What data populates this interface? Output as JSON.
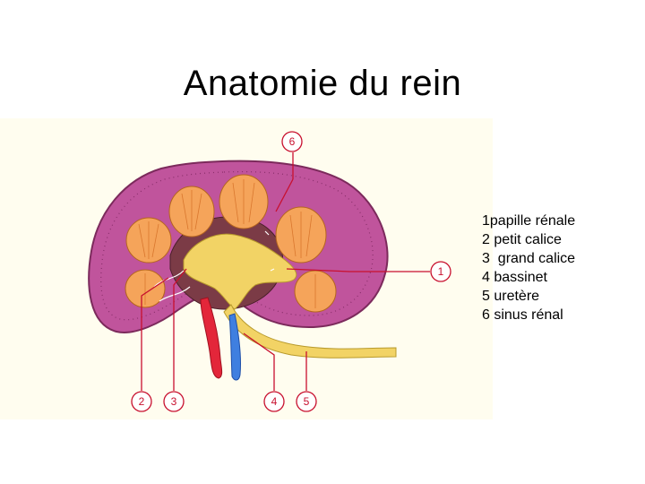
{
  "title": "Anatomie du rein",
  "legend": [
    {
      "num": "1",
      "text": "papille rénale"
    },
    {
      "num": "2",
      "text": " petit calice"
    },
    {
      "num": "3",
      "text": "  grand calice"
    },
    {
      "num": "4",
      "text": " bassinet"
    },
    {
      "num": "5",
      "text": " uretère"
    },
    {
      "num": "6",
      "text": " sinus rénal"
    }
  ],
  "callouts": [
    "1",
    "2",
    "3",
    "4",
    "5",
    "6"
  ],
  "colors": {
    "cortex": "#c0549c",
    "medulla": "#f5a45a",
    "pelvis": "#f2d365",
    "artery": "#e3263a",
    "vein": "#3f7fe0",
    "callout_line": "#c8102e"
  }
}
